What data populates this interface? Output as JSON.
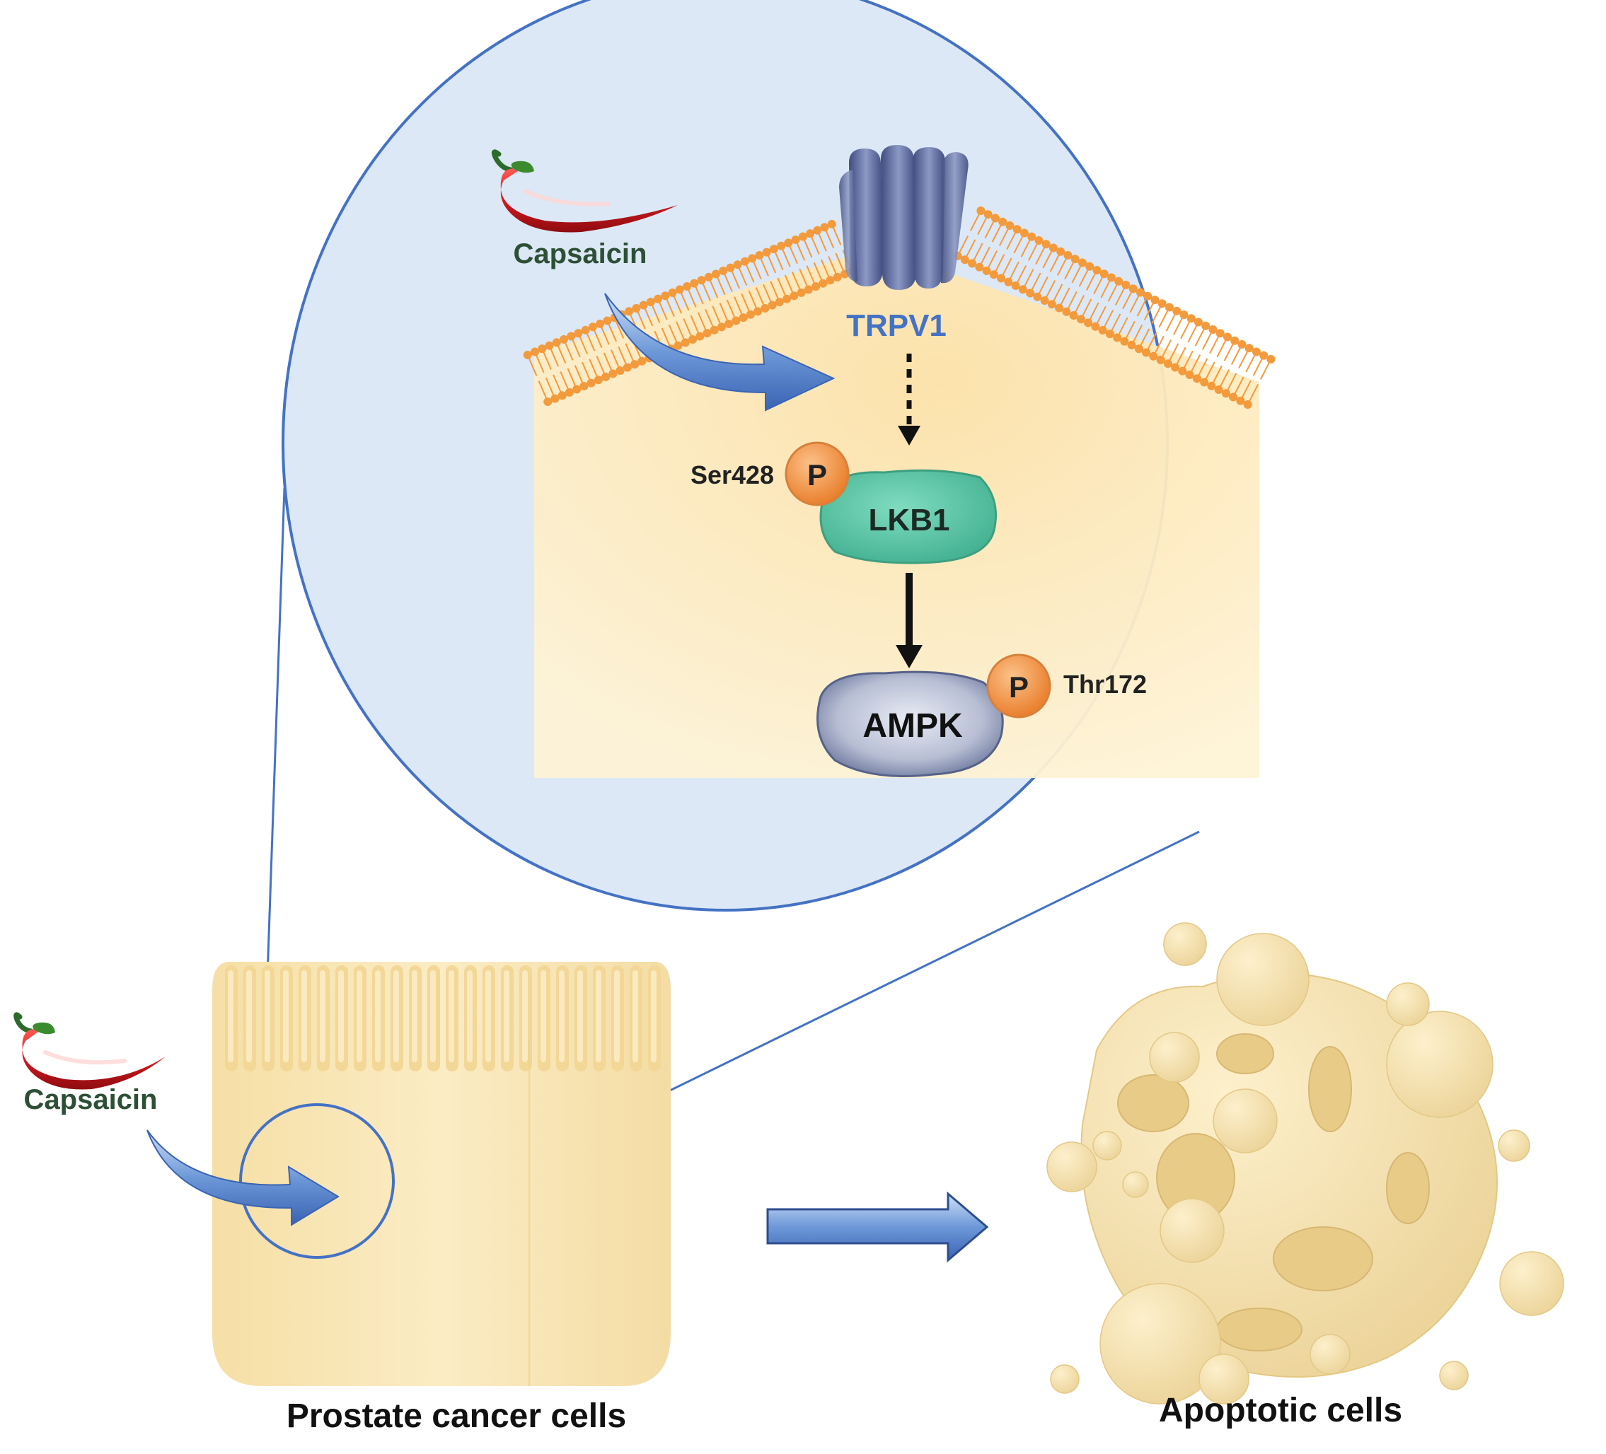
{
  "labels": {
    "capsaicin_top": "Capsaicin",
    "capsaicin_bottom": "Capsaicin",
    "trpv1": "TRPV1",
    "lkb1": "LKB1",
    "ampk": "AMPK",
    "phospho_lkb1": "P",
    "phospho_ampk": "P",
    "ser428": "Ser428",
    "thr172": "Thr172",
    "prostate_cells": "Prostate cancer cells",
    "apoptotic_cells": "Apoptotic cells"
  },
  "colors": {
    "zoom_fill": "#dce8f5",
    "zoom_stroke": "#4472c4",
    "cytoplasm": "#fdeec8",
    "membrane": "#f39a3c",
    "channel": "#4b5a8e",
    "lkb1": "#5fc7a8",
    "ampk": "#9aa3bd",
    "phospho": "#f0974a",
    "cell": "#f7e3b0",
    "cell_dark": "#ead097",
    "arrow_blue": "#4472c4",
    "pepper": "#c8161d",
    "capsaicin_text": "#2d4f36",
    "trpv1_text": "#4472c4"
  }
}
